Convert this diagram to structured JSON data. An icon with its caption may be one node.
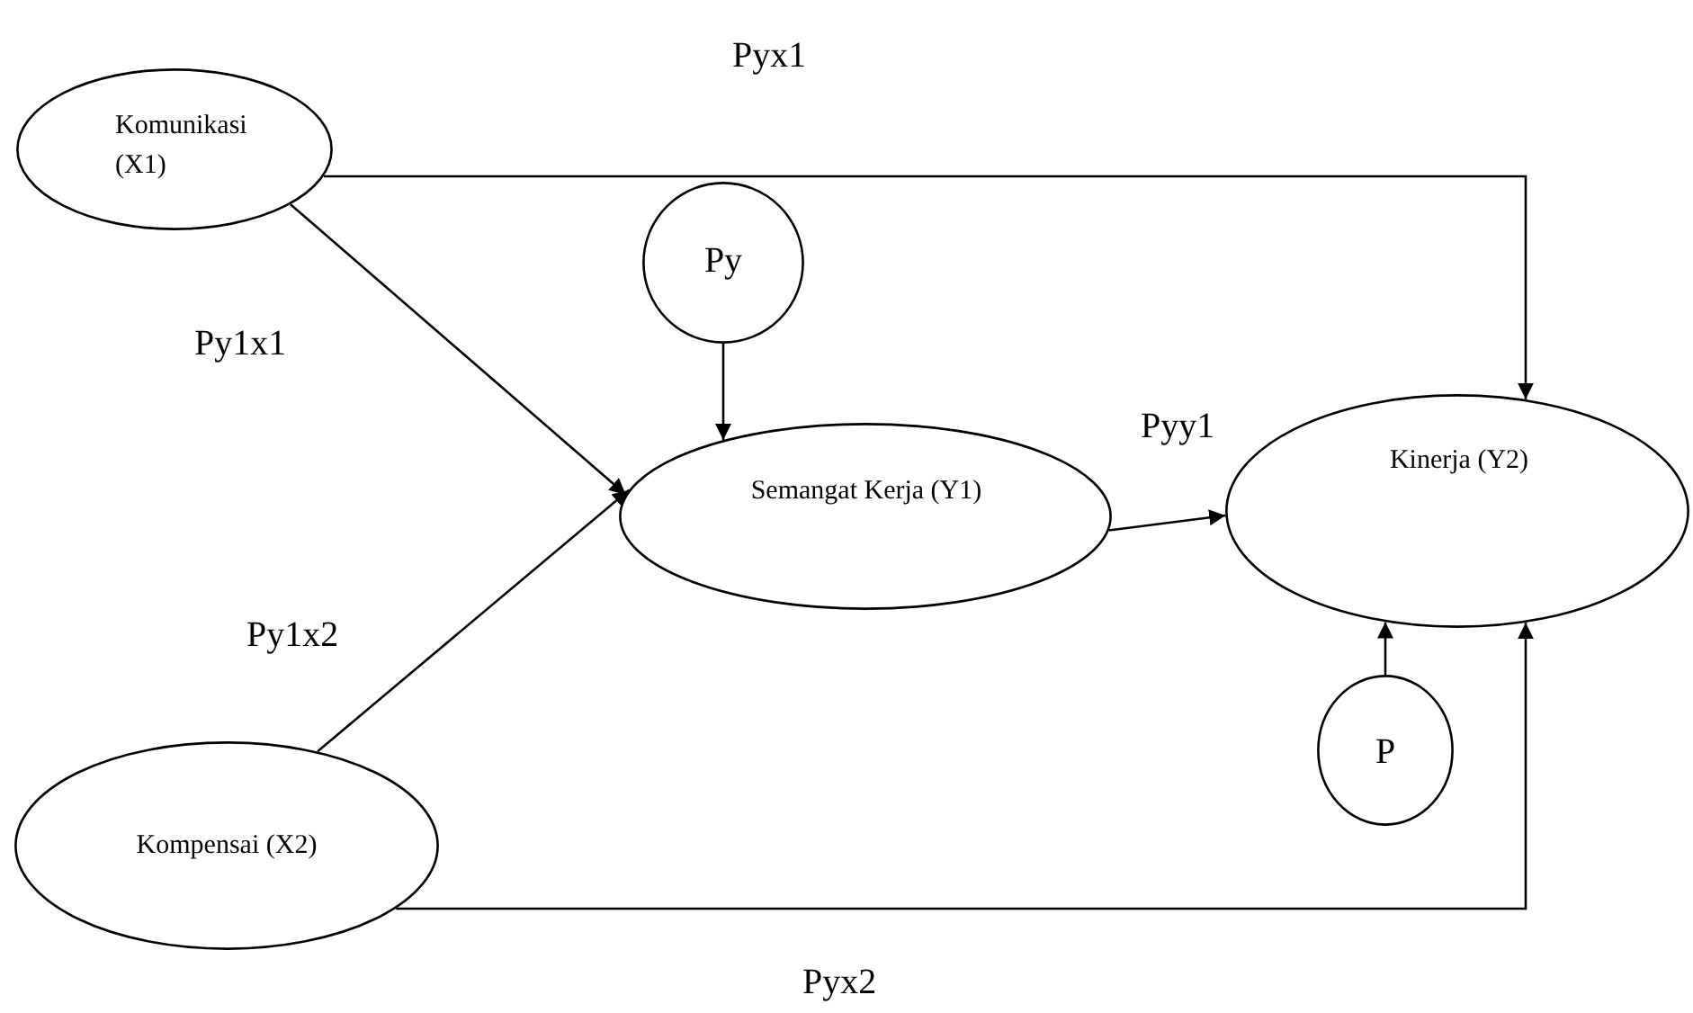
{
  "diagram": {
    "nodes": [
      {
        "text": [
          "Komunikasi (X1)"
        ]
      },
      {
        "text": [
          "Py"
        ]
      },
      {
        "text": [
          "Semangat Kerja (Y1)"
        ]
      },
      {
        "text": [
          "Kinerja (Y2)"
        ]
      },
      {
        "text": [
          "P"
        ]
      },
      {
        "text": [
          "Kompensai (X2)"
        ]
      }
    ],
    "edges": [
      {
        "from": 0,
        "to": 3,
        "arrow": "to",
        "label": "Pyx1"
      },
      {
        "from": 0,
        "to": 2,
        "arrow": "to",
        "label": "Py1x1"
      },
      {
        "from": 1,
        "to": 2,
        "arrow": "to"
      },
      {
        "from": 5,
        "to": 2,
        "arrow": "to",
        "label": "Py1x2"
      },
      {
        "from": 2,
        "to": 3,
        "arrow": "to",
        "label": "Pyy1"
      },
      {
        "from": 4,
        "to": 3,
        "arrow": "to"
      },
      {
        "from": 5,
        "to": 3,
        "arrow": "to",
        "label": "Pyx2"
      }
    ]
  }
}
